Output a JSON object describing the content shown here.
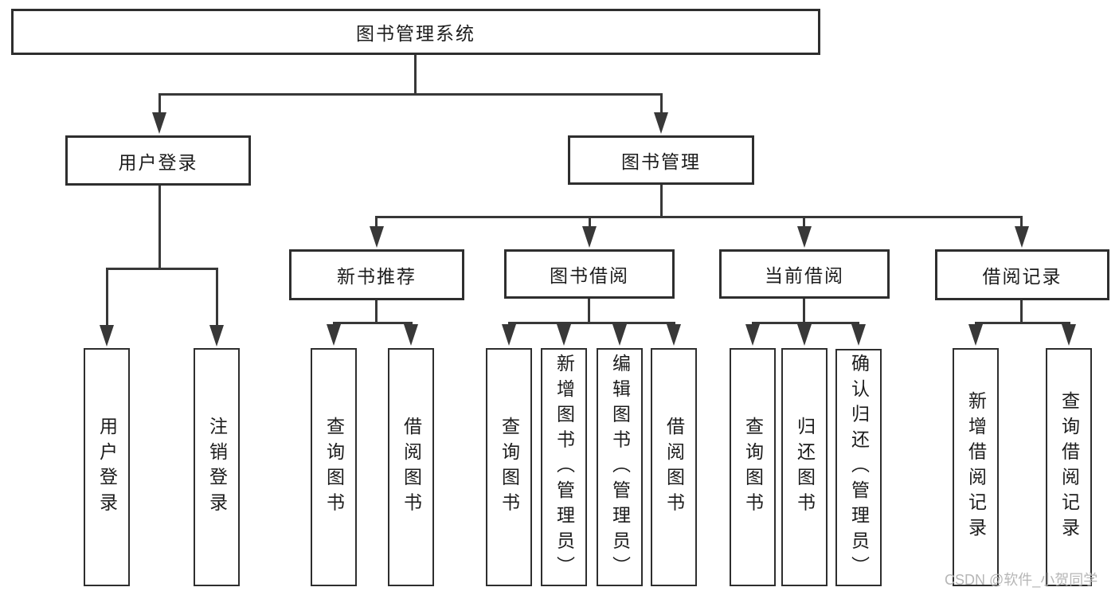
{
  "tree": {
    "label": "图书管理系统",
    "children": [
      {
        "label": "用户登录",
        "children": [
          {
            "label": "用户登录"
          },
          {
            "label": "注销登录"
          }
        ]
      },
      {
        "label": "图书管理",
        "children": [
          {
            "label": "新书推荐",
            "children": [
              {
                "label": "查询图书"
              },
              {
                "label": "借阅图书"
              }
            ]
          },
          {
            "label": "图书借阅",
            "children": [
              {
                "label": "查询图书"
              },
              {
                "label": "新增图书（管理员）"
              },
              {
                "label": "编辑图书（管理员）"
              },
              {
                "label": "借阅图书"
              }
            ]
          },
          {
            "label": "当前借阅",
            "children": [
              {
                "label": "查询图书"
              },
              {
                "label": "归还图书"
              },
              {
                "label": "确认归还（管理员）"
              }
            ]
          },
          {
            "label": "借阅记录",
            "children": [
              {
                "label": "新增借阅记录"
              },
              {
                "label": "查询借阅记录"
              }
            ]
          }
        ]
      }
    ]
  },
  "watermark": "CSDN @软件_小贺同学",
  "colors": {
    "background": "#ffffff",
    "line": "#383838",
    "border": "#2e2e2e",
    "text": "#1c1c1c",
    "watermark": "#b6b6b6"
  }
}
